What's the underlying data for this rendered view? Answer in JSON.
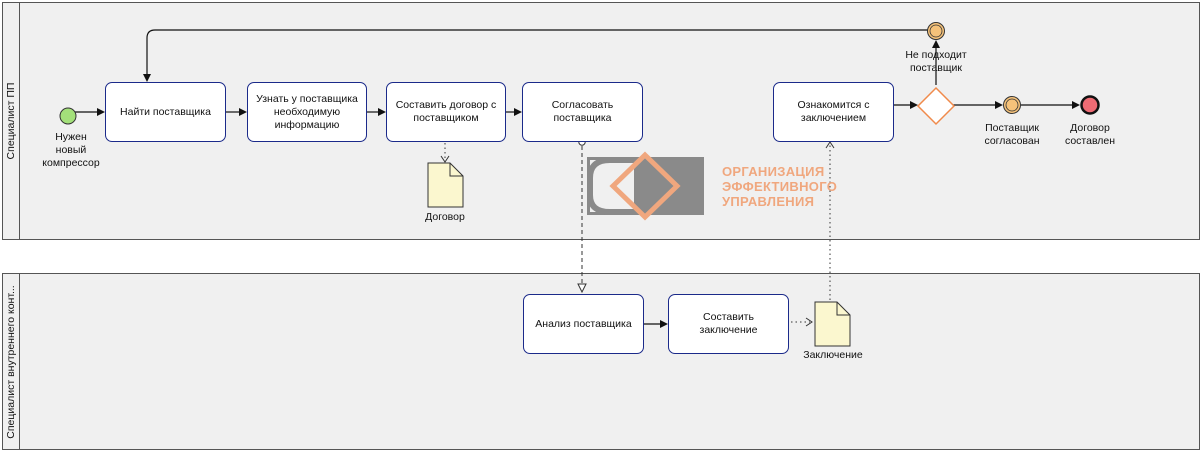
{
  "lanes": [
    {
      "label": "Специалист ПП"
    },
    {
      "label": "Специалист внутреннего конт..."
    }
  ],
  "tasks": {
    "find_supplier": "Найти поставщика",
    "learn_info": "Узнать у поставщика необходимую информацию",
    "draft_contract": "Составить договор с поставщиком",
    "approve_supplier": "Согласовать поставщика",
    "review_conclusion": "Ознакомится с заключением",
    "analyze_supplier": "Анализ поставщика",
    "write_conclusion": "Составить заключение"
  },
  "events": {
    "start": "Нужен\nновый\nкомпрессор",
    "not_fit": "Не подходит\nпоставщик",
    "approved": "Поставщик\nсогласован",
    "end": "Договор\nсоставлен"
  },
  "documents": {
    "contract": "Договор",
    "conclusion": "Заключение"
  },
  "watermark": {
    "text": "ОРГАНИЗАЦИЯ\nЭФФЕКТИВНОГО\nУПРАВЛЕНИЯ"
  },
  "colors": {
    "task_border": "#1b2a8a",
    "start_event": "#a3e07a",
    "intermediate_event": "#f5c27a",
    "end_event": "#ee6b74",
    "gateway": "#f08a4b",
    "document": "#fbf7cf",
    "watermark_accent": "#f0a77e",
    "watermark_gray": "#8a8a8a"
  }
}
